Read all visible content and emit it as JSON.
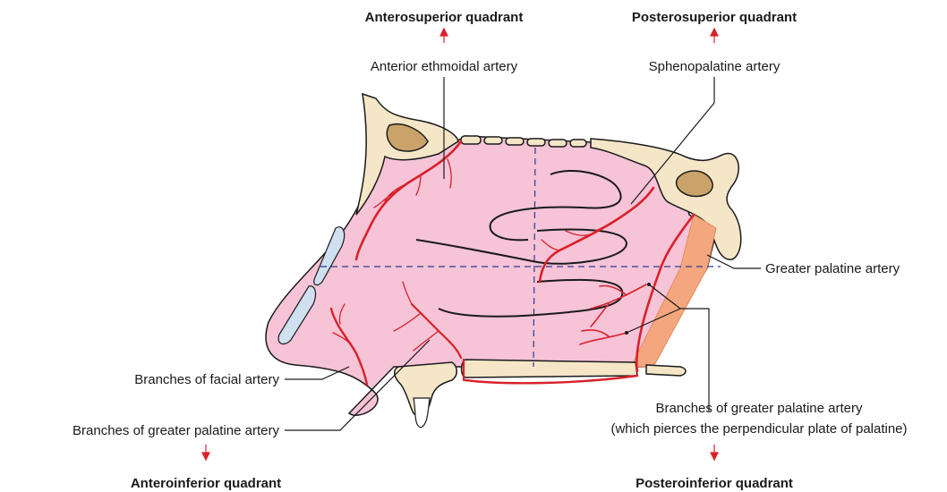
{
  "quadrants": {
    "anterosuperior": "Anterosuperior quadrant",
    "posterosuperior": "Posterosuperior quadrant",
    "anteroinferior": "Anteroinferior quadrant",
    "posteroinferior": "Posteroinferior quadrant"
  },
  "labels": {
    "anterior_ethmoidal": "Anterior ethmoidal artery",
    "sphenopalatine": "Sphenopalatine artery",
    "greater_palatine": "Greater palatine artery",
    "facial_branches": "Branches of facial artery",
    "greater_palatine_branches_left": "Branches of greater palatine artery",
    "greater_palatine_branches_right_1": "Branches of greater palatine artery",
    "greater_palatine_branches_right_2": "(which pierces the perpendicular plate of palatine)"
  },
  "colors": {
    "septum": "#f6c3d7",
    "artery": "#d9212a",
    "bone": "#f5e6c8",
    "sinus": "#c9a36a",
    "quadrant_line": "#2b3a8f",
    "palatine_plate": "#f4a77e",
    "cartilage": "#cfe0f0"
  }
}
